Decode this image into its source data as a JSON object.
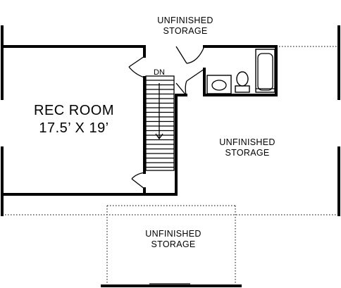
{
  "labels": {
    "top_storage": [
      "UNFINISHED",
      "STORAGE"
    ],
    "rec_room": {
      "name": "REC ROOM",
      "size": "17.5’ X 19’"
    },
    "stair_direction": "DN",
    "right_storage": [
      "UNFINISHED",
      "STORAGE"
    ],
    "bottom_storage": [
      "UNFINISHED",
      "STORAGE"
    ]
  }
}
